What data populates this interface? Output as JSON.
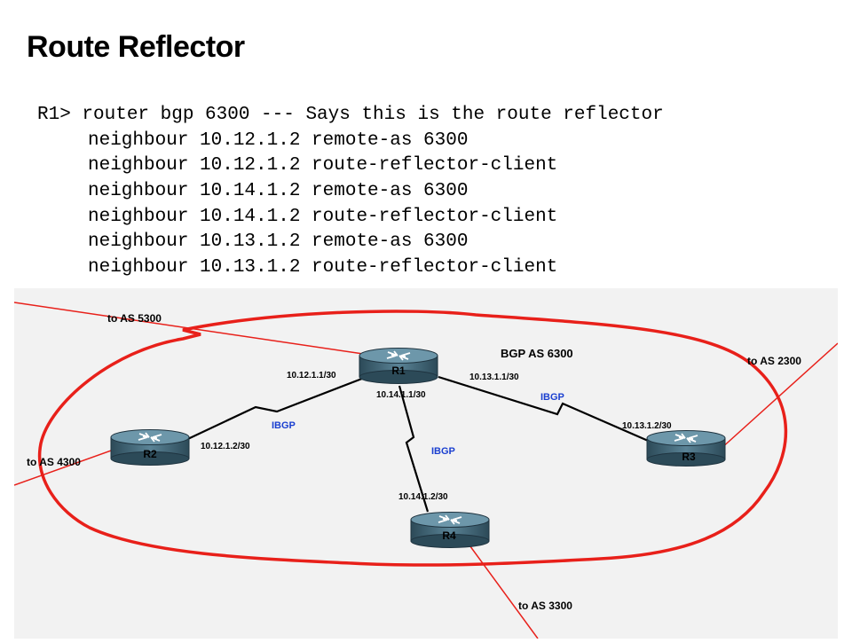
{
  "title": "Route Reflector",
  "config": {
    "lines": [
      "R1> router bgp 6300 --- Says this is the route reflector",
      "neighbour 10.12.1.2 remote-as 6300",
      "neighbour 10.12.1.2 route-reflector-client",
      "neighbour 10.14.1.2 remote-as 6300",
      "neighbour 10.14.1.2 route-reflector-client",
      "neighbour 10.13.1.2 remote-as 6300",
      "neighbour 10.13.1.2 route-reflector-client"
    ]
  },
  "diagram": {
    "as_label": "BGP AS 6300",
    "routers": {
      "r1": "R1",
      "r2": "R2",
      "r3": "R3",
      "r4": "R4"
    },
    "external": {
      "as5300": "to AS 5300",
      "as2300": "to AS 2300",
      "as4300": "to AS 4300",
      "as3300": "to AS 3300"
    },
    "links": {
      "r1_r2_r1": "10.12.1.1/30",
      "r1_r2_r2": "10.12.1.2/30",
      "r1_r3_r1": "10.13.1.1/30",
      "r1_r3_r3": "10.13.1.2/30",
      "r1_r4_r1": "10.14.1.1/30",
      "r1_r4_r4": "10.14.1.2/30",
      "ibgp": "IBGP"
    },
    "colors": {
      "boundary": "#e8201a",
      "ibgp_text": "#1a3fd0",
      "router_body": "#3f6272"
    }
  }
}
